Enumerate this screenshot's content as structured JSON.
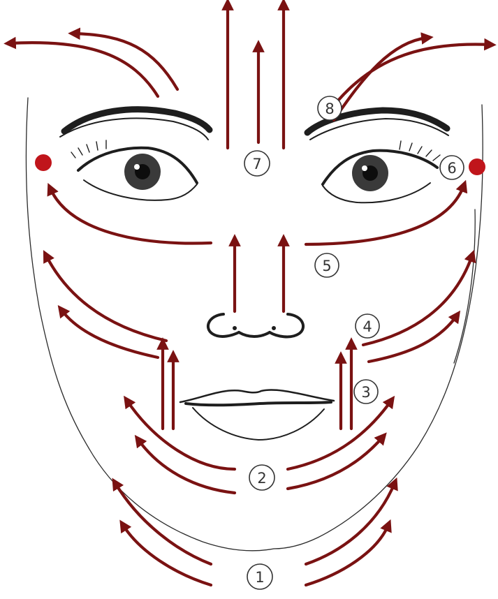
{
  "colors": {
    "arrow": "#7a1212",
    "point": "#c0151b",
    "line": "#2b2b2b",
    "background": "#ffffff"
  },
  "step_labels": [
    "1",
    "2",
    "3",
    "4",
    "5",
    "6",
    "7",
    "8"
  ],
  "points": [
    "left-temple-point",
    "right-temple-point"
  ]
}
